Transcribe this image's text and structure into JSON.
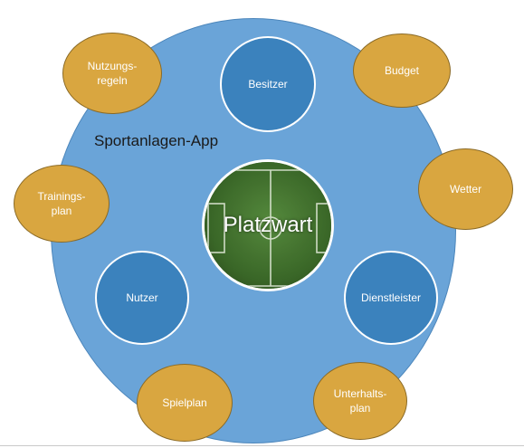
{
  "diagram": {
    "app_label": "Sportanlagen-App",
    "center": {
      "label": "Platzwart"
    },
    "roles": [
      {
        "label": "Besitzer"
      },
      {
        "label": "Nutzer"
      },
      {
        "label": "Dienstleister"
      }
    ],
    "topics": [
      {
        "label": "Nutzungs-\nregeln"
      },
      {
        "label": "Budget"
      },
      {
        "label": "Trainings-\nplan"
      },
      {
        "label": "Wetter"
      },
      {
        "label": "Spielplan"
      },
      {
        "label": "Unterhalts-\nplan"
      }
    ]
  },
  "colors": {
    "app_circle": "#6aa4d8",
    "role_circle": "#3b82bd",
    "topic_circle": "#d9a640",
    "field_grass": "#3e6e2b"
  }
}
